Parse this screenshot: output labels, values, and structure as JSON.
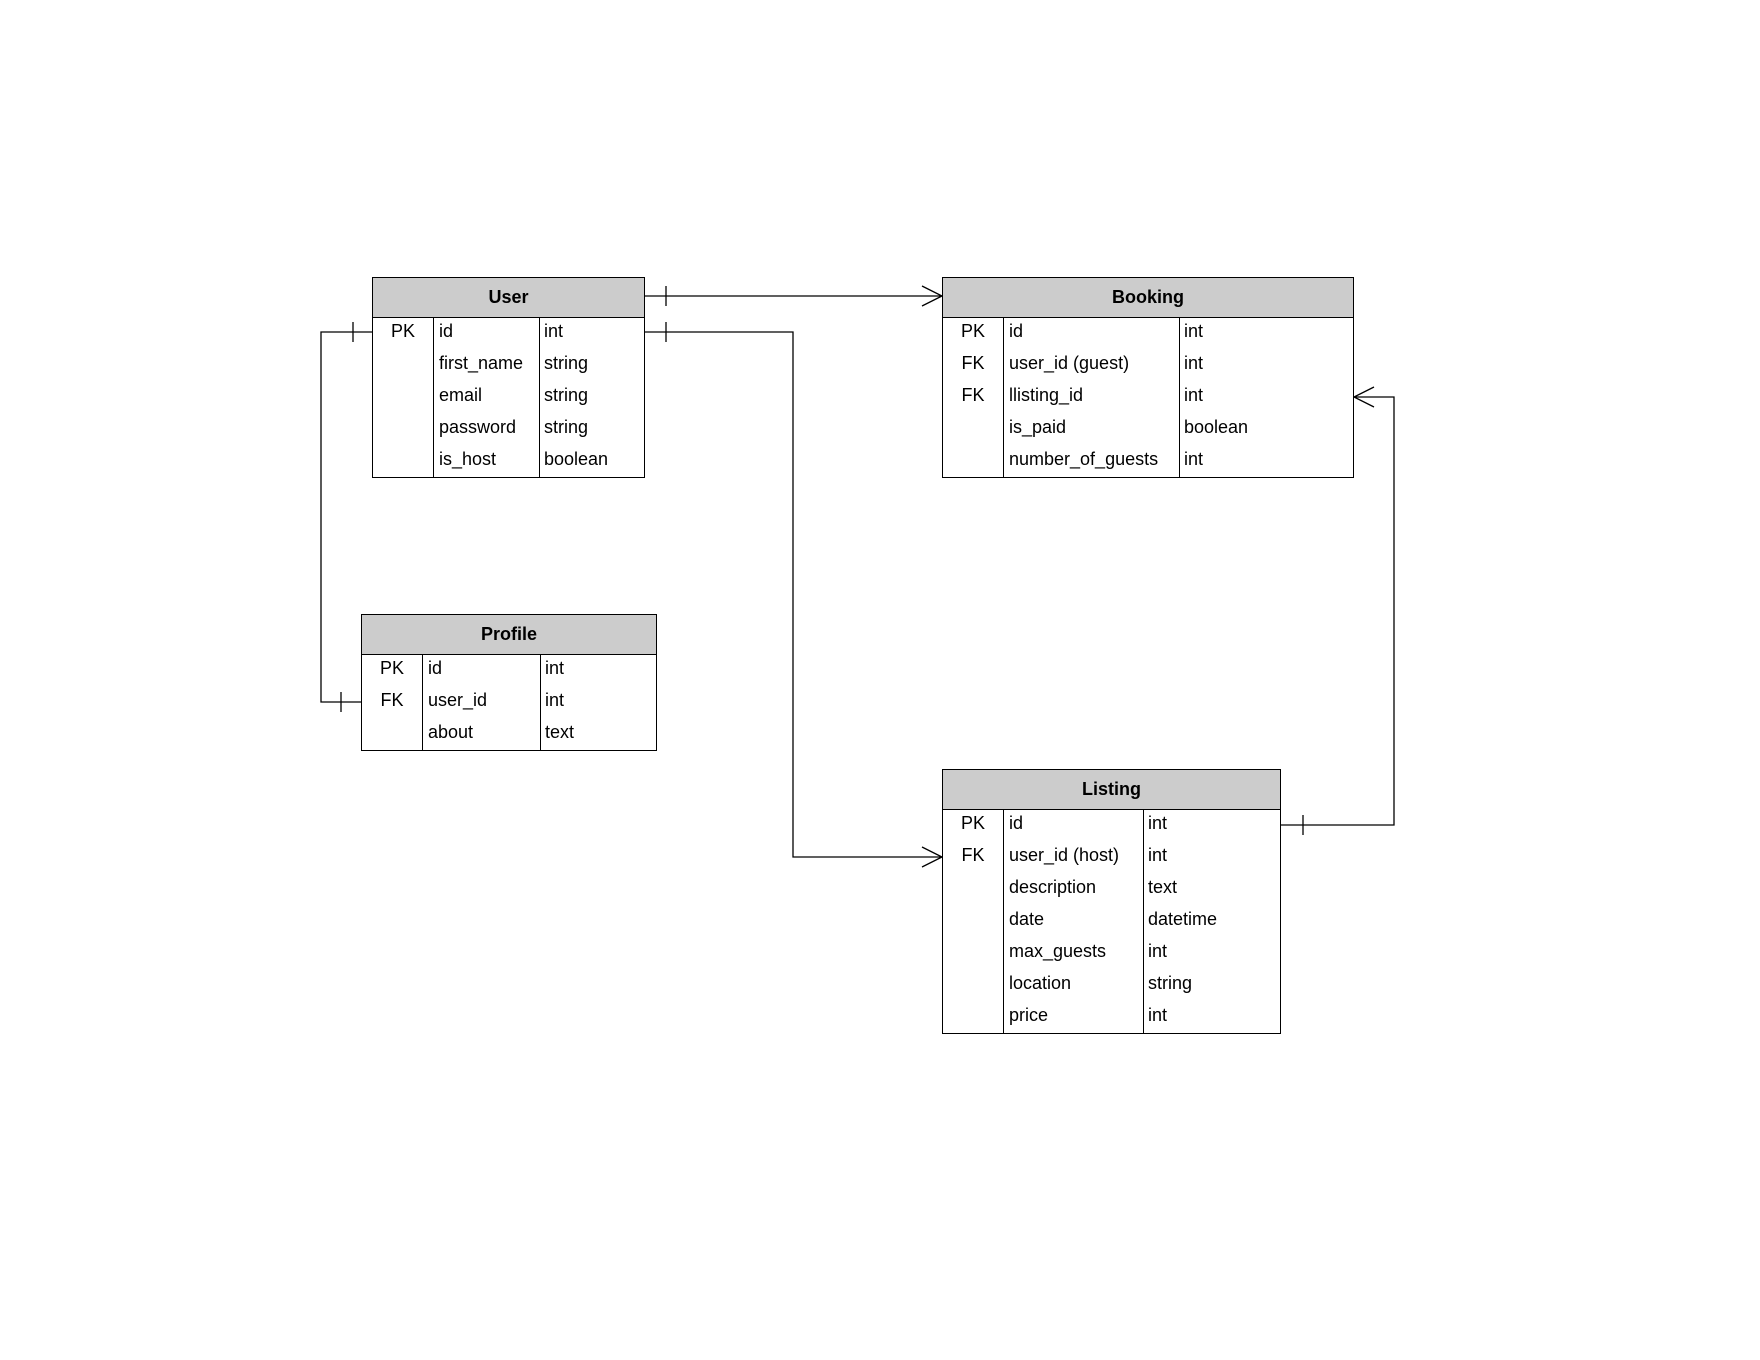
{
  "entities": {
    "user": {
      "title": "User",
      "attributes": [
        {
          "key": "PK",
          "name": "id",
          "type": "int"
        },
        {
          "key": "",
          "name": "first_name",
          "type": "string"
        },
        {
          "key": "",
          "name": "email",
          "type": "string"
        },
        {
          "key": "",
          "name": "password",
          "type": "string"
        },
        {
          "key": "",
          "name": "is_host",
          "type": "boolean"
        }
      ]
    },
    "booking": {
      "title": "Booking",
      "attributes": [
        {
          "key": "PK",
          "name": "id",
          "type": "int"
        },
        {
          "key": "FK",
          "name": "user_id (guest)",
          "type": "int"
        },
        {
          "key": "FK",
          "name": "llisting_id",
          "type": "int"
        },
        {
          "key": "",
          "name": "is_paid",
          "type": "boolean"
        },
        {
          "key": "",
          "name": "number_of_guests",
          "type": "int"
        }
      ]
    },
    "profile": {
      "title": "Profile",
      "attributes": [
        {
          "key": "PK",
          "name": "id",
          "type": "int"
        },
        {
          "key": "FK",
          "name": "user_id",
          "type": "int"
        },
        {
          "key": "",
          "name": "about",
          "type": "text"
        }
      ]
    },
    "listing": {
      "title": "Listing",
      "attributes": [
        {
          "key": "PK",
          "name": "id",
          "type": "int"
        },
        {
          "key": "FK",
          "name": "user_id (host)",
          "type": "int"
        },
        {
          "key": "",
          "name": "description",
          "type": "text"
        },
        {
          "key": "",
          "name": "date",
          "type": "datetime"
        },
        {
          "key": "",
          "name": "max_guests",
          "type": "int"
        },
        {
          "key": "",
          "name": "location",
          "type": "string"
        },
        {
          "key": "",
          "name": "price",
          "type": "int"
        }
      ]
    }
  },
  "relationships": [
    {
      "from": "User",
      "to": "Booking",
      "from_cardinality": "one",
      "to_cardinality": "many"
    },
    {
      "from": "User",
      "to": "Profile",
      "from_cardinality": "one",
      "to_cardinality": "one"
    },
    {
      "from": "User",
      "to": "Listing",
      "from_cardinality": "one",
      "to_cardinality": "many"
    },
    {
      "from": "Listing",
      "to": "Booking",
      "from_cardinality": "one",
      "to_cardinality": "many"
    }
  ],
  "colors": {
    "header_fill": "#cccccc",
    "line": "#000000",
    "background": "#ffffff"
  }
}
